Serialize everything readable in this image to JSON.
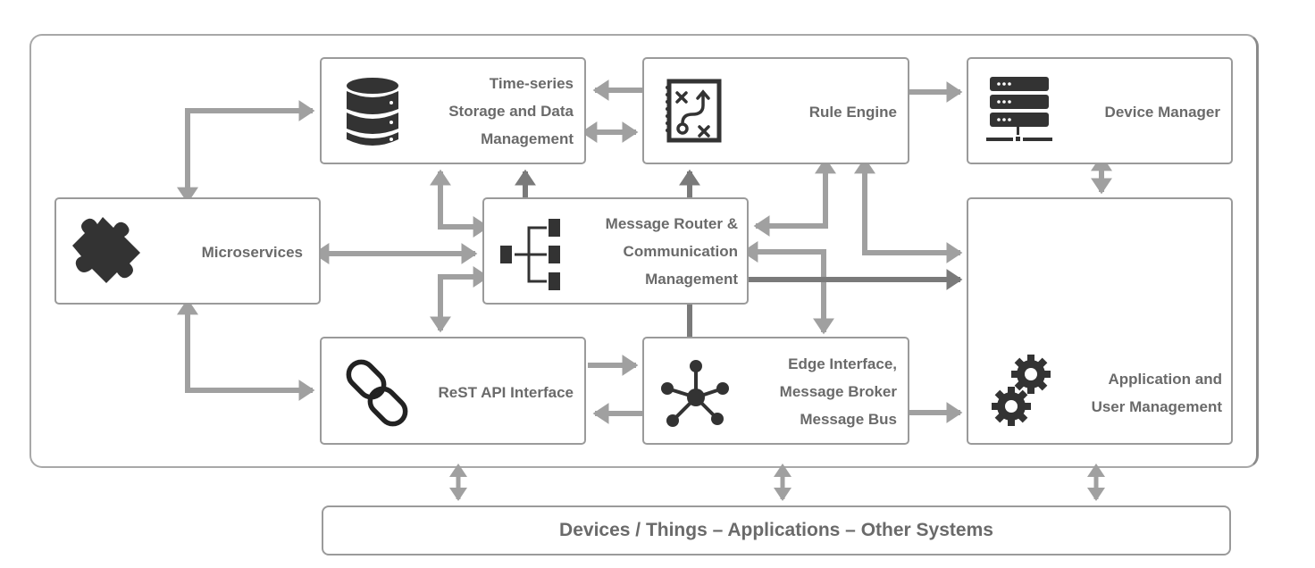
{
  "diagram": {
    "nodes": {
      "timeseries": {
        "lines": [
          "Time-series",
          "Storage and Data",
          "Management"
        ],
        "icon": "database-icon"
      },
      "rule_engine": {
        "lines": [
          "Rule Engine"
        ],
        "icon": "rule-strategy-icon"
      },
      "device_manager": {
        "lines": [
          "Device Manager"
        ],
        "icon": "server-rack-icon"
      },
      "microservices": {
        "lines": [
          "Microservices"
        ],
        "icon": "puzzle-piece-icon"
      },
      "message_router": {
        "lines": [
          "Message Router &",
          "Communication",
          "Management"
        ],
        "icon": "hierarchy-tree-icon"
      },
      "rest_api": {
        "lines": [
          "ReST API Interface"
        ],
        "icon": "chain-link-icon"
      },
      "edge_interface": {
        "lines": [
          "Edge Interface,",
          "Message Broker",
          "Message Bus"
        ],
        "icon": "network-hub-icon"
      },
      "app_user_mgmt": {
        "lines": [
          "Application and",
          "User Management"
        ],
        "icon": "gears-icon"
      }
    },
    "external": {
      "label": "Devices / Things – Applications – Other Systems"
    },
    "colors": {
      "arrow_light": "#a0a0a0",
      "arrow_dark": "#7a7a7a",
      "border": "#9a9a9a",
      "text": "#6a6a6a",
      "icon": "#333333"
    }
  }
}
